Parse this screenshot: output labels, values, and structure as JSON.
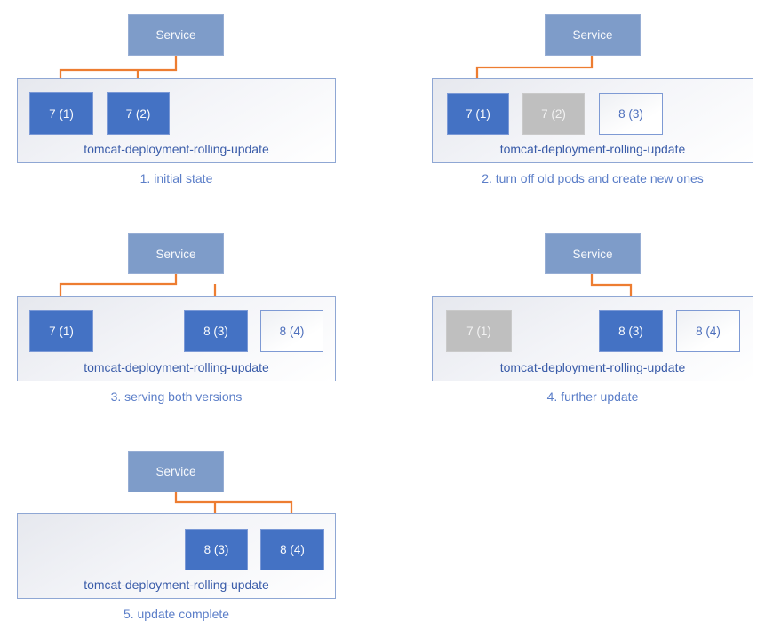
{
  "service_label": "Service",
  "deployment_label": "tomcat-deployment-rolling-update",
  "colors": {
    "service_fill": "#7E9CC9",
    "pod_active_fill": "#4472C4",
    "pod_off_fill": "#BFBFBF",
    "pod_new_border": "#7E9AD4",
    "pod_new_text": "#4D6FBC",
    "deployment_border": "#8FA7D4",
    "deployment_label_text": "#3A5CA9",
    "caption_text": "#5B7EC8",
    "arrow": "#ED7D31"
  },
  "panels": [
    {
      "caption": "1. initial state",
      "pods": [
        {
          "label": "7 (1)",
          "state": "active",
          "receives_traffic": true
        },
        {
          "label": "7 (2)",
          "state": "active",
          "receives_traffic": true
        }
      ]
    },
    {
      "caption": "2. turn off old pods and create new ones",
      "pods": [
        {
          "label": "7 (1)",
          "state": "active",
          "receives_traffic": true
        },
        {
          "label": "7 (2)",
          "state": "off",
          "receives_traffic": false
        },
        {
          "label": "8 (3)",
          "state": "new",
          "receives_traffic": false
        }
      ]
    },
    {
      "caption": "3. serving both versions",
      "pods": [
        {
          "label": "7 (1)",
          "state": "active",
          "receives_traffic": true
        },
        {
          "label": "8 (3)",
          "state": "active",
          "receives_traffic": true
        },
        {
          "label": "8 (4)",
          "state": "new",
          "receives_traffic": false
        }
      ]
    },
    {
      "caption": "4. further update",
      "pods": [
        {
          "label": "7 (1)",
          "state": "off",
          "receives_traffic": false
        },
        {
          "label": "8 (3)",
          "state": "active",
          "receives_traffic": true
        },
        {
          "label": "8 (4)",
          "state": "new",
          "receives_traffic": false
        }
      ]
    },
    {
      "caption": "5. update complete",
      "pods": [
        {
          "label": "8 (3)",
          "state": "active",
          "receives_traffic": true
        },
        {
          "label": "8 (4)",
          "state": "active",
          "receives_traffic": true
        }
      ]
    }
  ]
}
